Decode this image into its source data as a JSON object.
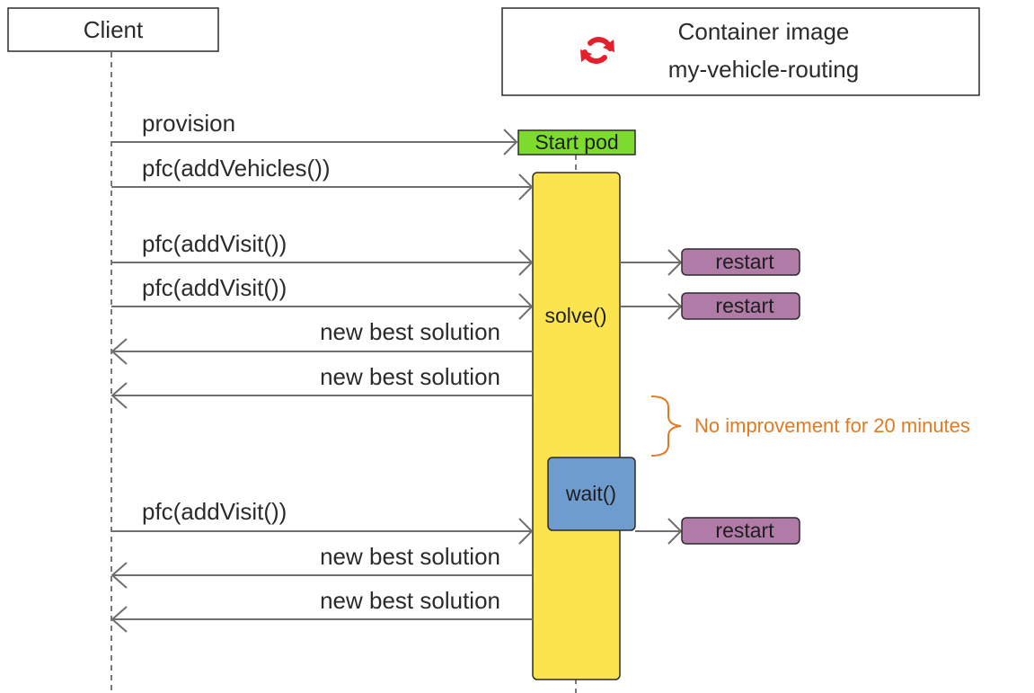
{
  "participants": {
    "client": {
      "label": "Client"
    },
    "container": {
      "title_line1": "Container image",
      "title_line2": "my-vehicle-routing",
      "icon": "redhat-openshift-icon"
    }
  },
  "start_pod": {
    "label": "Start pod",
    "color": "#7ddb2e"
  },
  "solver": {
    "label": "solve()",
    "color": "#fbe44d"
  },
  "wait": {
    "label": "wait()",
    "color": "#6f9ccf"
  },
  "restart_color": "#b07ba6",
  "messages": [
    {
      "label": "provision",
      "direction": "to-container"
    },
    {
      "label": "pfc(addVehicles())",
      "direction": "to-container"
    },
    {
      "label": "pfc(addVisit())",
      "direction": "to-container",
      "restart": "restart"
    },
    {
      "label": "pfc(addVisit())",
      "direction": "to-container",
      "restart": "restart"
    },
    {
      "label": "new best solution",
      "direction": "to-client"
    },
    {
      "label": "new best solution",
      "direction": "to-client"
    },
    {
      "label": "pfc(addVisit())",
      "direction": "to-container",
      "restart": "restart"
    },
    {
      "label": "new best solution",
      "direction": "to-client"
    },
    {
      "label": "new best solution",
      "direction": "to-client"
    }
  ],
  "annotation": {
    "label": "No improvement for 20 minutes",
    "color": "#e07b22"
  }
}
